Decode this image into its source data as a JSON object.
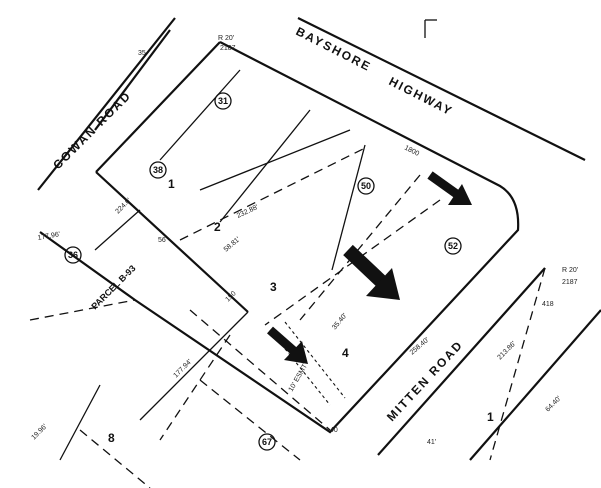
{
  "roads": {
    "bayshore": "BAYSHORE",
    "highway": "HIGHWAY",
    "cowan": "COWAN ROAD",
    "mitten": "MITTEN ROAD"
  },
  "lots": {
    "l1": "1",
    "l2": "2",
    "l3": "3",
    "l4": "4",
    "l8": "8",
    "l1b": "1"
  },
  "circles": {
    "c31": "31",
    "c36": "36",
    "c38": "38",
    "c50": "50",
    "c52": "52",
    "c67": "67"
  },
  "parcel": "PARCEL B-93",
  "dims": {
    "r20a": "R 20'",
    "d2187a": "2187",
    "r20b": "R 20'",
    "d2187b": "2187",
    "d1800": "1800",
    "d35": "35",
    "d40": "40",
    "d17794": "177.94'",
    "d17996": "177.96'",
    "d2240": "224.0'",
    "d5881": "58.81'",
    "d23288": "232.88'",
    "d1996": "19.96'",
    "d21386": "213.86'",
    "d41": "41'",
    "d25840": "258.40'",
    "d56": "56",
    "d150": "150",
    "d418": "418",
    "d6440": "64.40'",
    "d3540": "35.40'"
  },
  "easement": "10' ESMT"
}
